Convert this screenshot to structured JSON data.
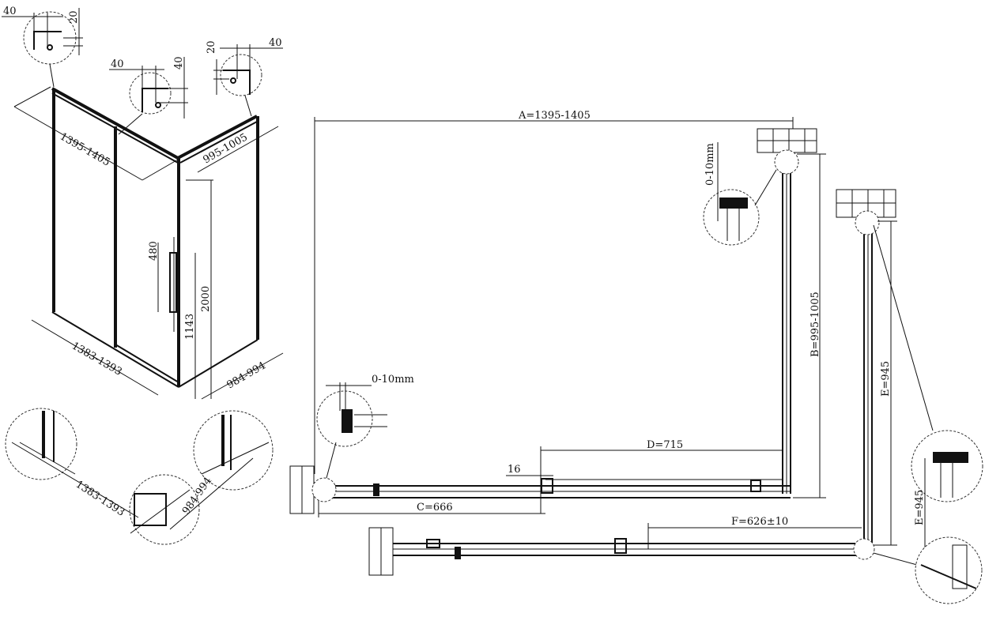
{
  "iso_view": {
    "detail_left": {
      "width": "40",
      "offset": "20"
    },
    "detail_middle": {
      "width": "40",
      "offset": "40"
    },
    "detail_right": {
      "offset": "20",
      "width": "40"
    },
    "top_long": "1395-1405",
    "top_short": "995-1005",
    "handle": "480",
    "height": "2000",
    "handle_height": "1143",
    "bottom_long": "1383-1393",
    "bottom_short": "984-994"
  },
  "bottom_details": {
    "long": "1383-1393",
    "short": "984-994"
  },
  "plan_1": {
    "a": "A=1395-1405",
    "b": "B=995-1005",
    "c": "C=666",
    "d": "D=715",
    "overlap": "16",
    "adjust_bottom": "0-10mm",
    "adjust_top": "0-10mm"
  },
  "plan_2": {
    "e": "E=945",
    "e_detail": "E=945",
    "f": "F=626±10"
  }
}
